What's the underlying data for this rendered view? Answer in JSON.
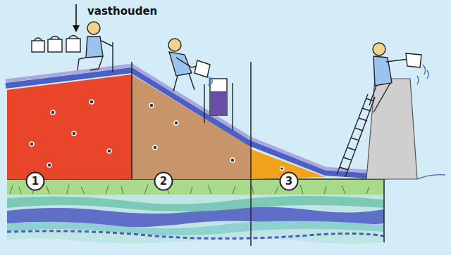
{
  "diagram": {
    "nodes": [
      {
        "text": [
          "1"
        ]
      },
      {
        "text": [
          "2"
        ]
      },
      {
        "text": [
          "3"
        ]
      }
    ],
    "labels": [
      "vasthouden"
    ]
  }
}
